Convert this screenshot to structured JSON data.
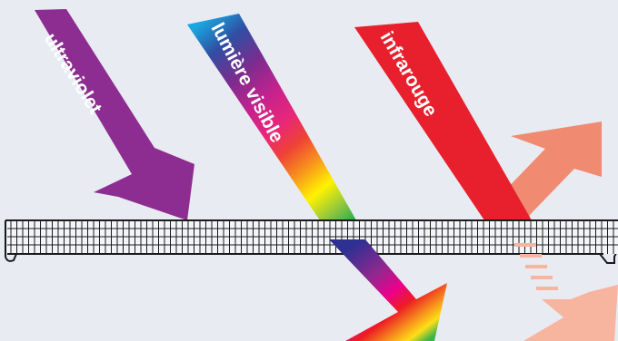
{
  "labels": {
    "ultraviolet": "ultraviolet",
    "visible": "lumière visible",
    "infrared": "infrarouge"
  },
  "colors": {
    "background": "#e8ebf2",
    "ultraviolet": "#8e2d91",
    "infrared": "#e8202e",
    "reflected_infrared": "#f08a70",
    "transmitted_infrared": "#f7b49f",
    "glass_stroke": "#1a1a1a",
    "glass_fill": "#f4f5f8",
    "spectrum": [
      "#1aa6df",
      "#2f4fa3",
      "#7a2c8f",
      "#c2228d",
      "#e8267a",
      "#ef4136",
      "#f7941d",
      "#fff200",
      "#8dc63f",
      "#00a651",
      "#2e3192",
      "#92278f",
      "#ec008c",
      "#ed1c24",
      "#f7941d",
      "#ffde17",
      "#39b54a"
    ]
  },
  "elements": {
    "arrows": [
      "ultraviolet-arrow",
      "visible-light-arrow",
      "infrared-arrow",
      "reflected-infrared-arrow",
      "transmitted-infrared-arrow"
    ],
    "surface": "glass-pane"
  }
}
